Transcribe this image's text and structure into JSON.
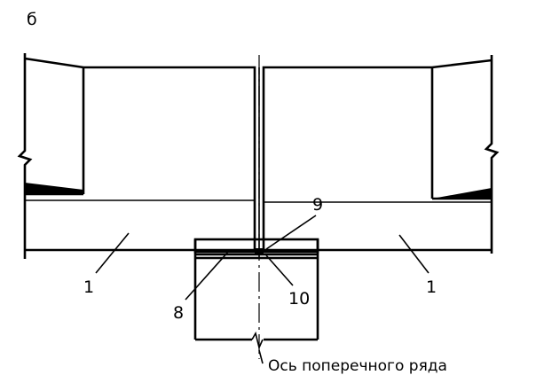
{
  "figure": {
    "letter": "б",
    "caption": "Ось поперечного ряда",
    "labels": {
      "slab_left": "1",
      "slab_right": "1",
      "item_8": "8",
      "item_9": "9",
      "item_10": "10"
    }
  }
}
